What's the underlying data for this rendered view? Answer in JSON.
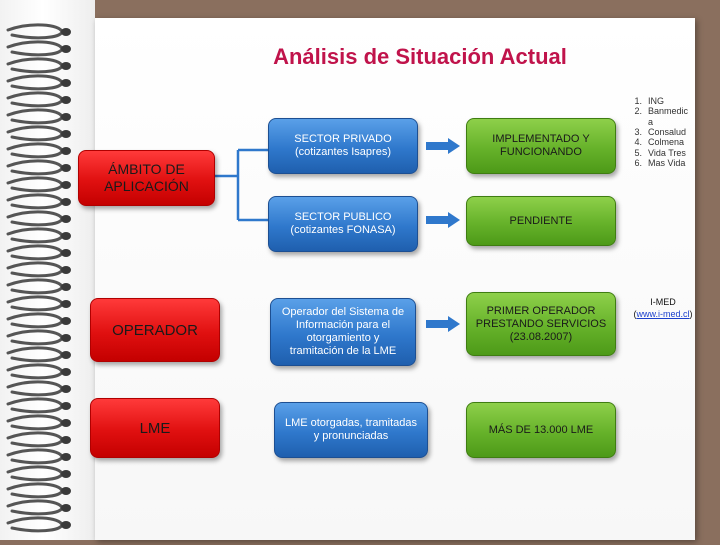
{
  "title": "Análisis de Situación Actual",
  "rows": {
    "ambito": {
      "label": "ÁMBITO DE APLICACIÓN",
      "privado": {
        "label": "SECTOR PRIVADO (cotizantes Isapres)",
        "status": "IMPLEMENTADO Y FUNCIONANDO"
      },
      "publico": {
        "label": "SECTOR PUBLICO (cotizantes FONASA)",
        "status": "PENDIENTE"
      }
    },
    "operador": {
      "label": "OPERADOR",
      "desc": "Operador del Sistema de Información para el otorgamiento y tramitación de la LME",
      "status": "PRIMER OPERADOR PRESTANDO SERVICIOS (23.08.2007)"
    },
    "lme": {
      "label": "LME",
      "desc": "LME otorgadas, tramitadas y pronunciadas",
      "status": "MÁS DE 13.000 LME"
    }
  },
  "isapres_list": [
    {
      "num": "1.",
      "name": "ING"
    },
    {
      "num": "2.",
      "name": "Banmedic a"
    },
    {
      "num": "3.",
      "name": "Consalud"
    },
    {
      "num": "4.",
      "name": "Colmena"
    },
    {
      "num": "5.",
      "name": "Vida Tres"
    },
    {
      "num": "6.",
      "name": "Mas Vida"
    }
  ],
  "operator_note": {
    "name": "I-MED",
    "link_prefix": "(",
    "link": "www.i-med.cl",
    "link_suffix": ")"
  },
  "colors": {
    "title": "#c0134b",
    "red_box": "#e01010",
    "blue_box": "#2f78cc",
    "green_box": "#66b22a",
    "connector": "#2f78cc",
    "background": "#8a6f5e"
  }
}
